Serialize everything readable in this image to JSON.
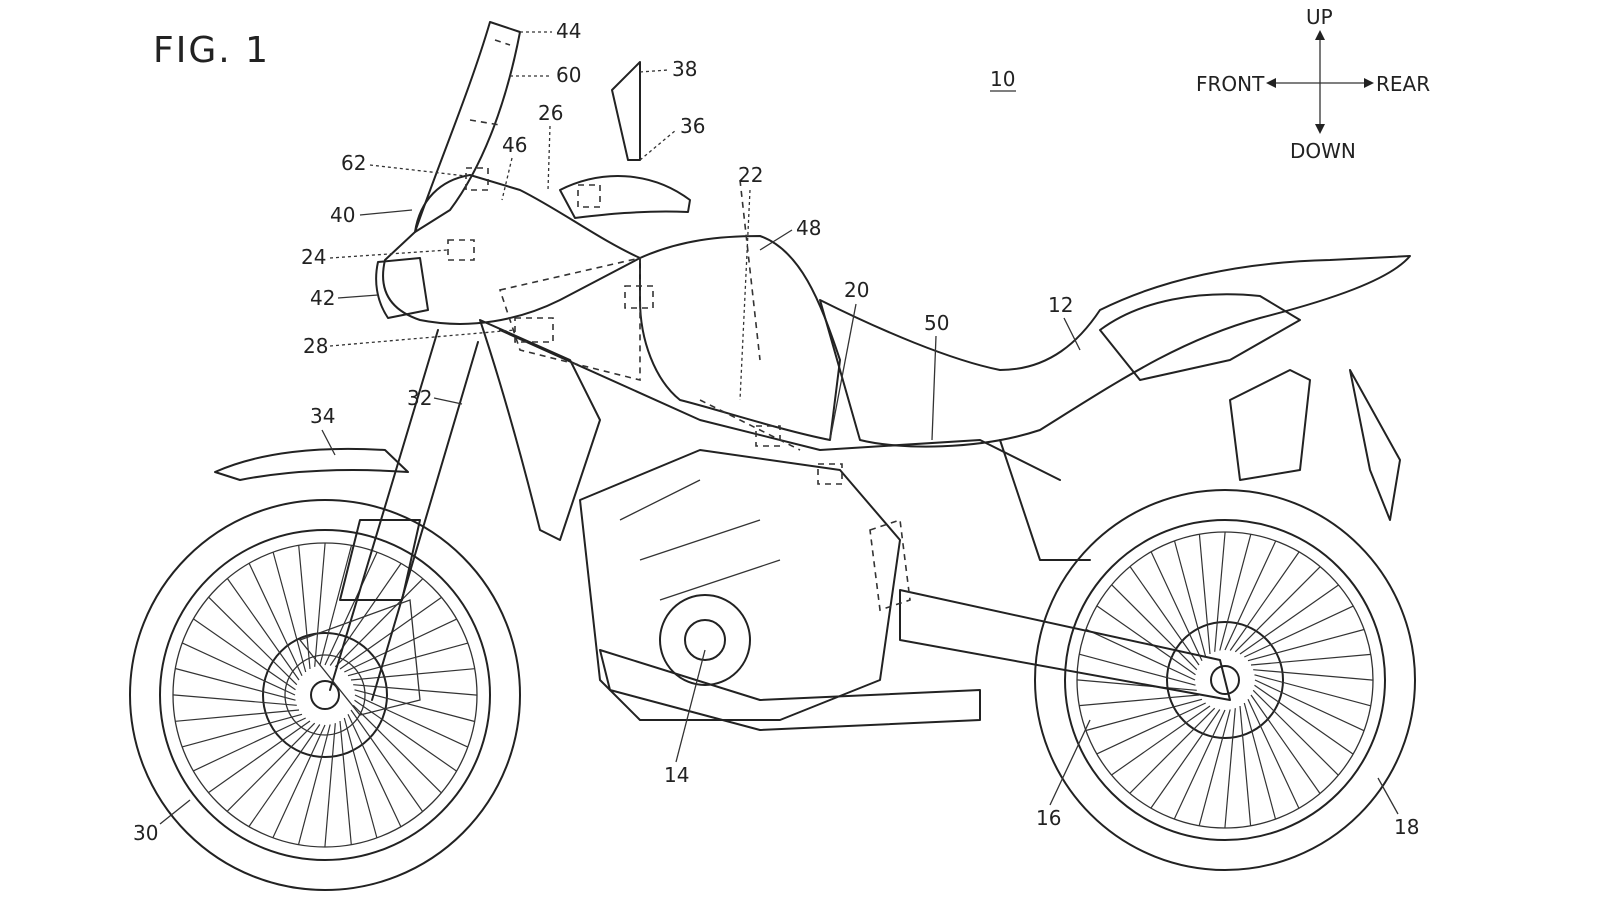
{
  "figure": {
    "title": "FIG. 1",
    "vehicle_ref": "10"
  },
  "orientation": {
    "up": "UP",
    "down": "DOWN",
    "front": "FRONT",
    "rear": "REAR"
  },
  "reference_numerals": [
    "44",
    "60",
    "38",
    "26",
    "36",
    "62",
    "46",
    "22",
    "40",
    "48",
    "24",
    "42",
    "20",
    "50",
    "12",
    "28",
    "32",
    "34",
    "14",
    "16",
    "18",
    "30"
  ],
  "colors": {
    "line": "#222222",
    "background": "#ffffff"
  }
}
